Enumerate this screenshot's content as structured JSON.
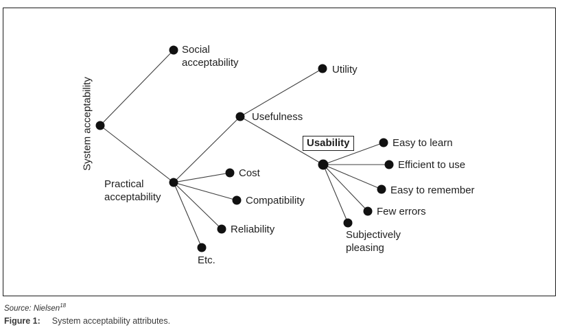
{
  "diagram": {
    "nodes": {
      "system_acceptability": "System acceptability",
      "social_acceptability": "Social acceptability",
      "practical_acceptability": "Practical acceptability",
      "usefulness": "Usefulness",
      "utility": "Utility",
      "usability": "Usability",
      "easy_to_learn": "Easy to learn",
      "efficient_to_use": "Efficient to use",
      "easy_to_remember": "Easy to remember",
      "few_errors": "Few errors",
      "subjectively_pleasing": "Subjectively pleasing",
      "cost": "Cost",
      "compatibility": "Compatibility",
      "reliability": "Reliability",
      "etc": "Etc."
    },
    "hierarchy": {
      "system_acceptability": [
        "social_acceptability",
        "practical_acceptability"
      ],
      "practical_acceptability": [
        "usefulness",
        "cost",
        "compatibility",
        "reliability",
        "etc"
      ],
      "usefulness": [
        "utility",
        "usability"
      ],
      "usability": [
        "easy_to_learn",
        "efficient_to_use",
        "easy_to_remember",
        "few_errors",
        "subjectively_pleasing"
      ]
    },
    "line_color": "#3d3d3d",
    "node_color": "#111111"
  },
  "figure": {
    "source_prefix": "Source: Nielsen",
    "source_superscript": "18",
    "caption_label": "Figure 1:",
    "caption_text": "System acceptability attributes."
  }
}
